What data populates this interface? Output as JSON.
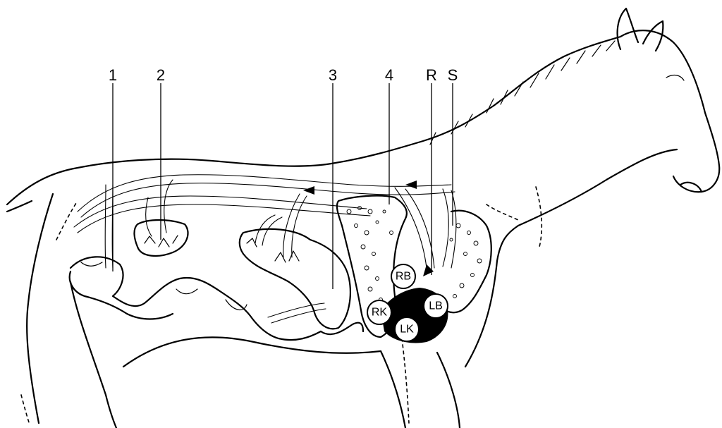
{
  "labels": {
    "l1": "1",
    "l2": "2",
    "l3": "3",
    "l4": "4",
    "lR": "R",
    "lS": "S"
  },
  "chambers": {
    "rb": "RB",
    "rk": "RK",
    "lb": "LB",
    "lk": "LK"
  }
}
